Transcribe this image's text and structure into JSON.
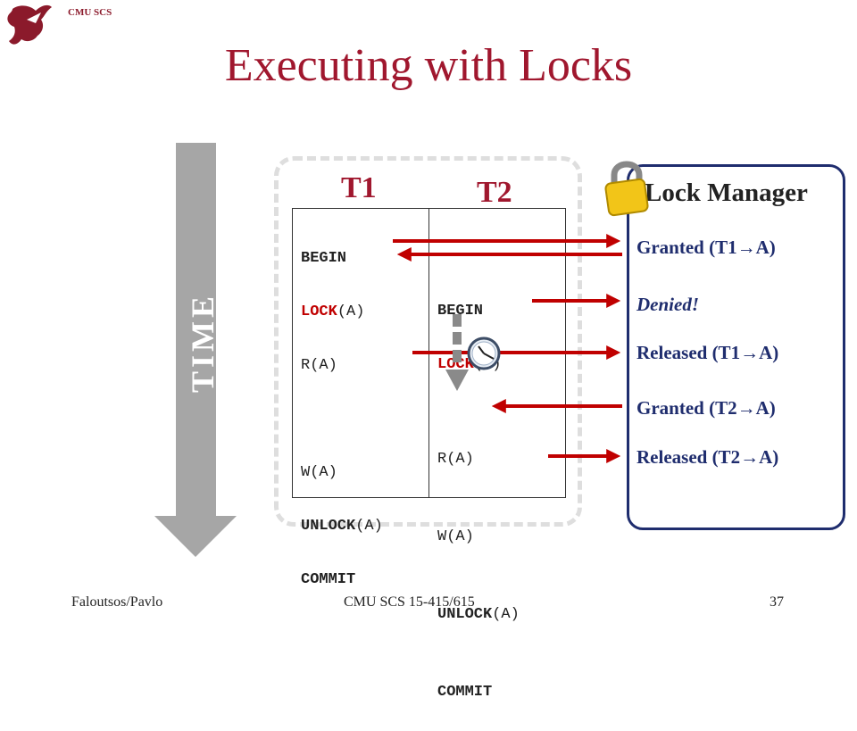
{
  "header": {
    "logo_text": "CMU SCS",
    "title": "Executing with Locks"
  },
  "timeline": {
    "label": "TIME"
  },
  "transactions": {
    "t1": {
      "label": "T1",
      "lines": [
        "BEGIN",
        "LOCK(A)",
        "R(A)",
        "",
        "W(A)",
        "UNLOCK(A)",
        "COMMIT"
      ]
    },
    "t2": {
      "label": "T2",
      "lines": [
        "BEGIN",
        "LOCK(A)",
        "",
        "",
        "",
        "R(A)",
        "W(A)",
        "UNLOCK(A)",
        "COMMIT"
      ]
    }
  },
  "lock_manager": {
    "title": "Lock Manager",
    "events": [
      "Granted (T1→A)",
      "Denied!",
      "Released (T1→A)",
      "Granted (T2→A)",
      "Released (T2→A)"
    ]
  },
  "icons": {
    "logo": "griffin-logo",
    "lock": "padlock-icon",
    "clock": "clock-icon"
  },
  "colors": {
    "title": "#a0172e",
    "arrow": "#c00000",
    "lock_manager_border": "#1f2d6e",
    "time_arrow": "#a6a6a6"
  },
  "footer": {
    "left": "Faloutsos/Pavlo",
    "center": "CMU SCS 15-415/615",
    "page_number": "37"
  }
}
